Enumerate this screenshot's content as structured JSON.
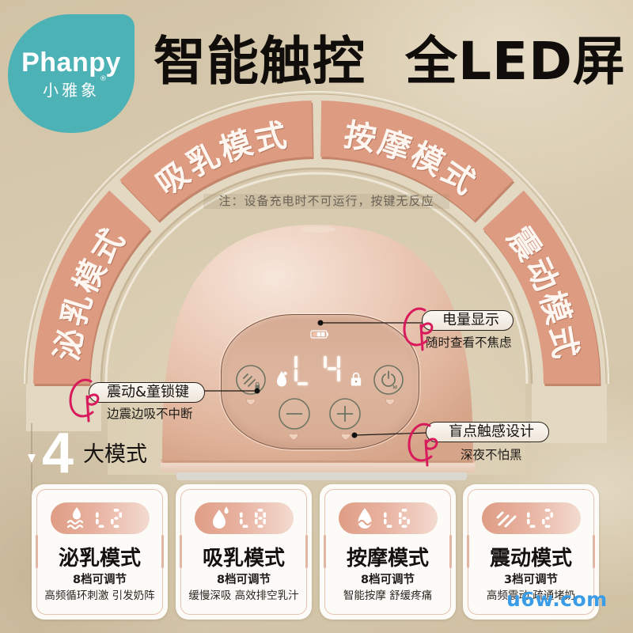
{
  "brand": {
    "name_en": "Phanpy",
    "name_cn": "小雅象",
    "trademark": "®",
    "logo_color": "#4db2b5"
  },
  "headline": {
    "left": "智能触控",
    "right": "全LED屏"
  },
  "mode_ring": {
    "segment_color": "#dd9c81",
    "segments": [
      {
        "label": "泌乳模式"
      },
      {
        "label": "吸乳模式"
      },
      {
        "label": "按摩模式"
      },
      {
        "label": "震动模式"
      }
    ]
  },
  "note": "注：设备充电时不可运行，按键无反应",
  "device": {
    "display_value": "L4",
    "power_mode_label": "M",
    "controls": [
      {
        "name": "battery-indicator",
        "icon": "battery-icon"
      },
      {
        "name": "vibration-lock-button",
        "icon": "vibration-lock-icon"
      },
      {
        "name": "lactation-indicator",
        "icon": "drop-icon"
      },
      {
        "name": "child-lock-indicator",
        "icon": "lock-icon"
      },
      {
        "name": "power-mode-button",
        "icon": "power-icon"
      },
      {
        "name": "minus-button",
        "icon": "minus-icon"
      },
      {
        "name": "plus-button",
        "icon": "plus-icon"
      }
    ]
  },
  "callouts": [
    {
      "title": "电量显示",
      "subtitle": "随时查看不焦虑"
    },
    {
      "title": "震动&童锁键",
      "subtitle": "边震边吸不中断"
    },
    {
      "title": "盲点触感设计",
      "subtitle": "深夜不怕黑"
    }
  ],
  "modes_heading": {
    "number": "4",
    "label": "大模式"
  },
  "mode_cards": [
    {
      "icon": "drop-waves-icon",
      "level": "L2",
      "title": "泌乳模式",
      "levels": "8档可调节",
      "desc": "高频循环刺激 引发奶阵"
    },
    {
      "icon": "double-drop-icon",
      "level": "L8",
      "title": "吸乳模式",
      "levels": "8档可调节",
      "desc": "缓慢深吸 高效排空乳汁"
    },
    {
      "icon": "drop-wave-icon",
      "level": "L6",
      "title": "按摩模式",
      "levels": "8档可调节",
      "desc": "智能按摩 舒缓疼痛"
    },
    {
      "icon": "vibration-icon",
      "level": "L2",
      "title": "震动模式",
      "levels": "3档可调节",
      "desc": "高频震动 疏通堵奶"
    }
  ],
  "watermark": "u6w.com",
  "colors": {
    "background": "#d4c6a9",
    "ring": "#e3d8c1",
    "segment": "#dd9c81",
    "device_body": "#e8c6b2",
    "callout_accent": "#d81b5c",
    "card_pill_start": "#df9d85",
    "card_pill_end": "#f3dbd0",
    "watermark_blue": "#3a9be6"
  }
}
